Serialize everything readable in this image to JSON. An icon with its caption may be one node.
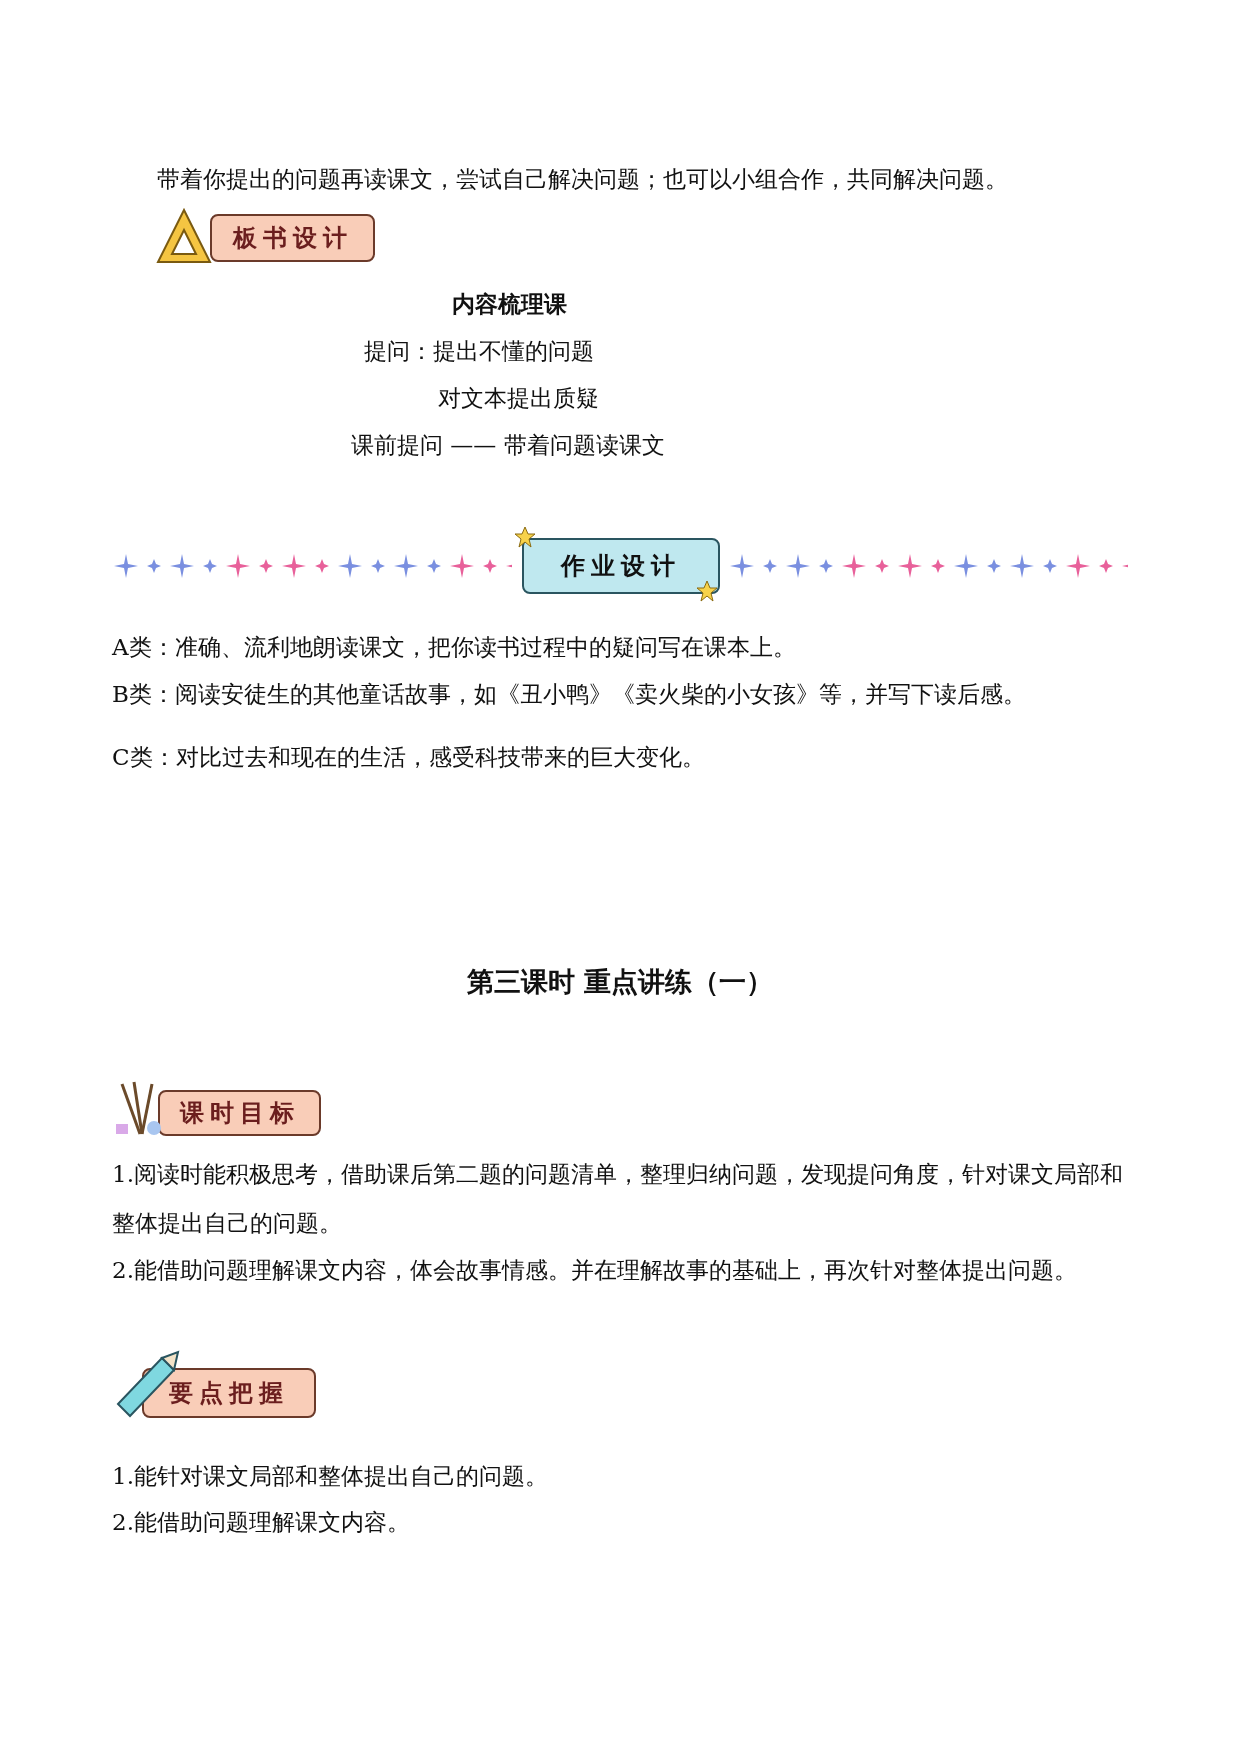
{
  "diagram": {
    "nodes": [
      {
        "text": [
          "板书设计"
        ]
      },
      {
        "text": [
          "作业设计"
        ]
      },
      {
        "text": [
          "课时目标"
        ]
      },
      {
        "text": [
          "要点把握"
        ]
      }
    ],
    "labels": [
      "带着你提出的问题再读课文，尝试自己解决问题；也可以小组合作，共同解决问题。",
      "内容梳理课",
      "提问：提出不懂的问题",
      "对文本提出质疑",
      "课前提问 —— 带着问题读课文",
      "A类：准确、流利地朗读课文，把你读书过程中的疑问写在课本上。",
      "B类：阅读安徒生的其他童话故事，如《丑小鸭》《卖火柴的小女孩》等，并写下读后感。",
      "C类：对比过去和现在的生活，感受科技带来的巨大变化。",
      "第三课时 重点讲练（一）",
      "1.阅读时能积极思考，借助课后第二题的问题清单，整理归纳问题，发现提问角度，针对课文局部和整体提出自己的问题。",
      "2.能借助问题理解课文内容，体会故事情感。并在理解故事的基础上，再次针对整体提出问题。",
      "1.能针对课文局部和整体提出自己的问题。",
      "2.能借助问题理解课文内容。"
    ]
  }
}
